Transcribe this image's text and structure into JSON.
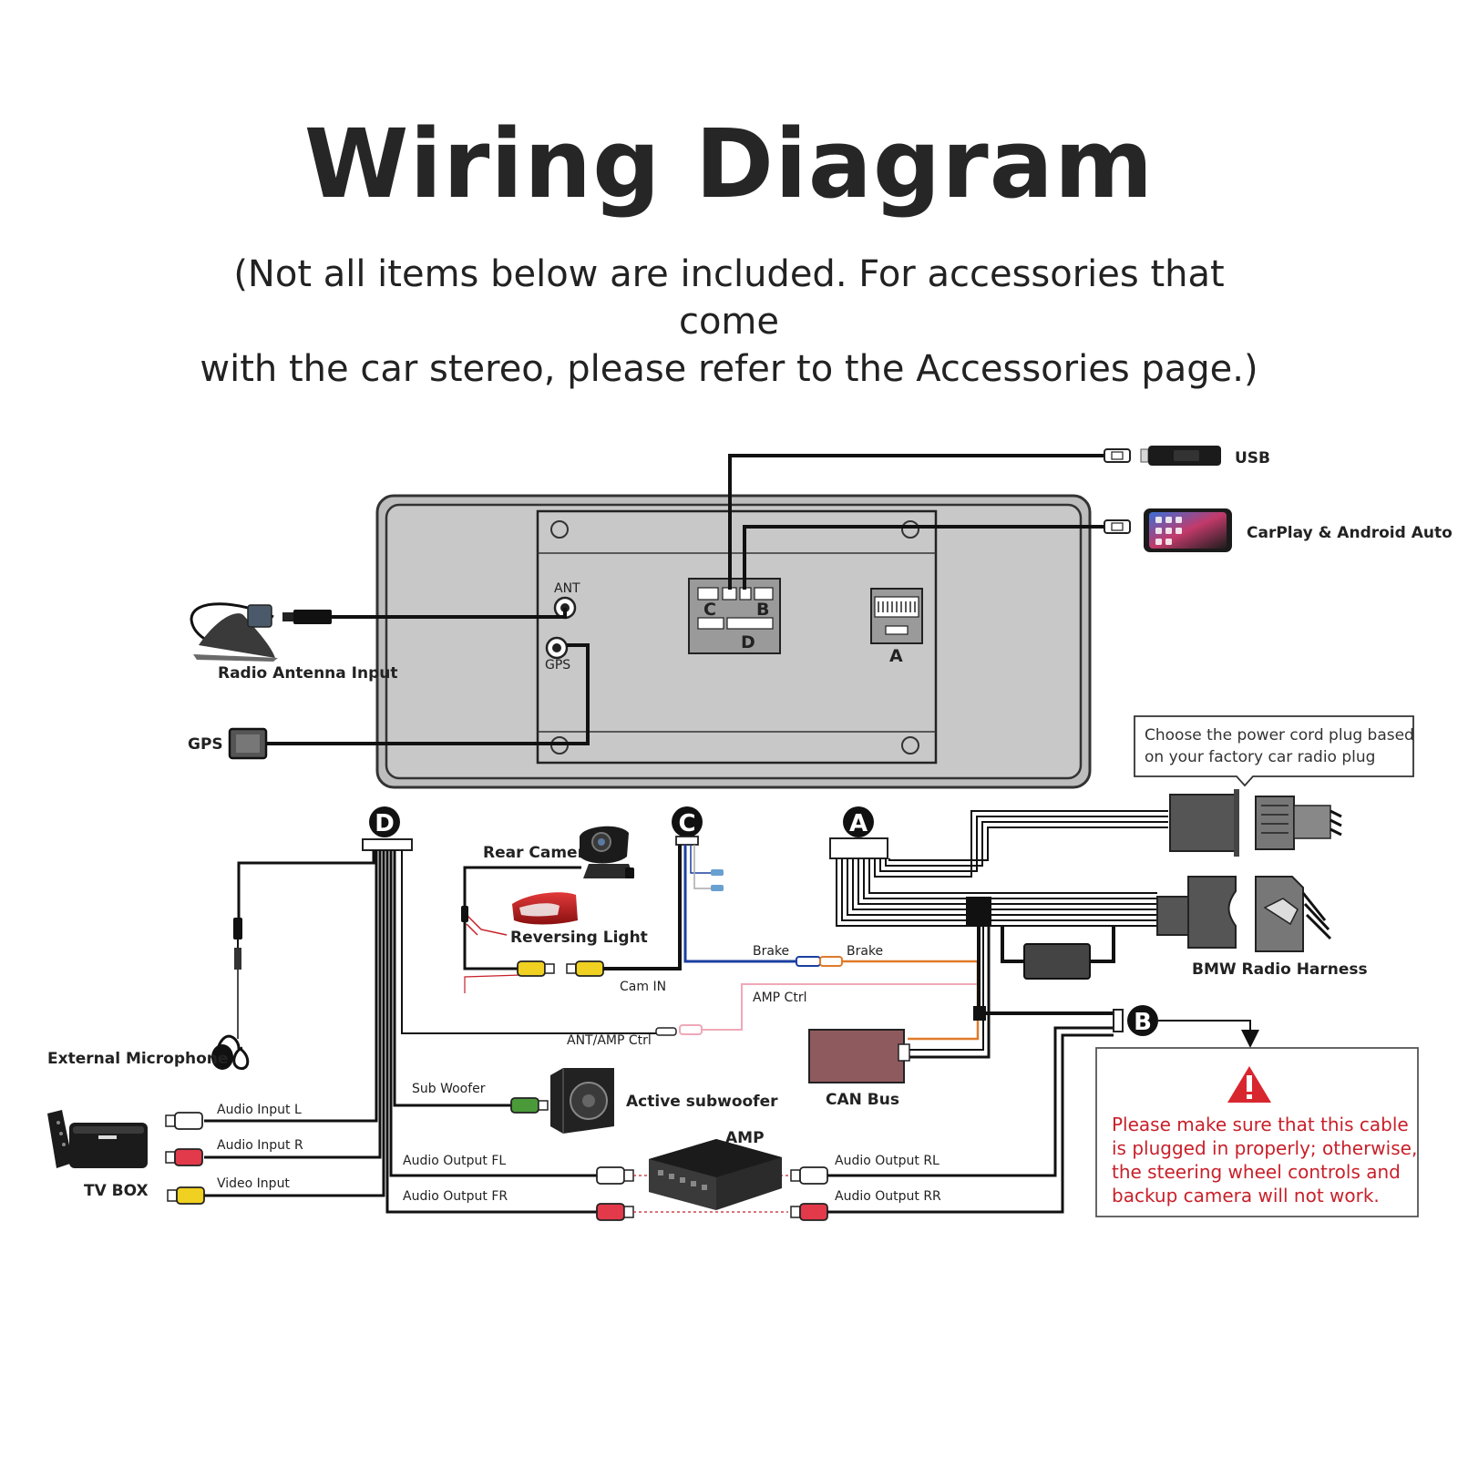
{
  "header": {
    "title": "Wiring Diagram",
    "subtitle_line1": "(Not all items below are included. For accessories that come",
    "subtitle_line2": "with the car stereo, please refer to the Accessories page.)"
  },
  "head_unit": {
    "ant_label": "ANT",
    "gps_label": "GPS",
    "port_c": "C",
    "port_b": "B",
    "port_d": "D",
    "port_a": "A"
  },
  "devices": {
    "usb": "USB",
    "carplay": "CarPlay & Android Auto",
    "radio_antenna": "Radio Antenna Input",
    "gps": "GPS",
    "rear_camera": "Rear Camera",
    "reversing_light": "Reversing Light",
    "external_microphone": "External Microphone",
    "tv_box": "TV BOX",
    "active_subwoofer": "Active subwoofer",
    "amp": "AMP",
    "can_bus": "CAN Bus",
    "bmw_harness": "BMW Radio Harness"
  },
  "harness_markers": {
    "d": "D",
    "c": "C",
    "a": "A",
    "b": "B"
  },
  "wire_labels": {
    "cam_in": "Cam IN",
    "brake_left": "Brake",
    "brake_right": "Brake",
    "amp_ctrl": "AMP Ctrl",
    "ant_amp_ctrl": "ANT/AMP Ctrl",
    "sub_woofer": "Sub Woofer",
    "audio_input_l": "Audio Input L",
    "audio_input_r": "Audio Input R",
    "video_input": "Video Input",
    "audio_output_fl": "Audio Output FL",
    "audio_output_fr": "Audio Output FR",
    "audio_output_rl": "Audio Output RL",
    "audio_output_rr": "Audio Output RR"
  },
  "callout": {
    "line1": "Choose the power cord plug based",
    "line2": "on your factory car radio plug"
  },
  "warning": {
    "line1": "Please make sure that this cable",
    "line2": "is plugged in properly; otherwise,",
    "line3": "the steering wheel controls and",
    "line4": "backup camera will not work."
  },
  "colors": {
    "wire": "#111111",
    "head_unit_fill": "#c8c8c8",
    "warning_red": "#c8202a",
    "brake_blue": "#1b3fa0",
    "brake_orange": "#e07a2a",
    "amp_ctrl_pink": "#f0a8b8",
    "can_bus_fill": "#8f5a5e"
  },
  "icons": [
    "usb-stick-icon",
    "phone-icon",
    "shark-fin-antenna-icon",
    "gps-module-icon",
    "rear-camera-icon",
    "tail-light-icon",
    "microphone-icon",
    "tv-box-icon",
    "remote-icon",
    "subwoofer-icon",
    "amplifier-icon",
    "warning-triangle-icon",
    "rca-plug-icon"
  ]
}
